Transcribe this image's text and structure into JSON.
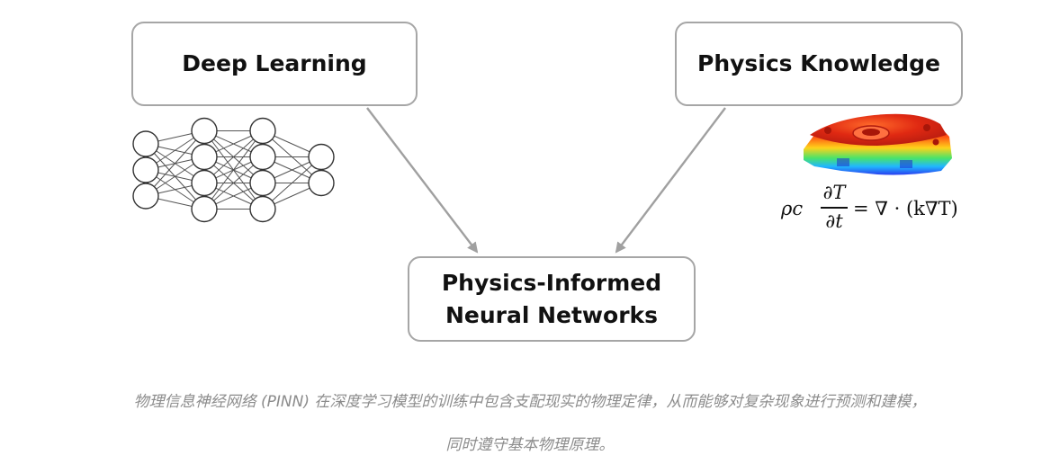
{
  "boxes": {
    "deep_learning": "Deep Learning",
    "physics_knowledge": "Physics Knowledge",
    "pinn_line1": "Physics-Informed",
    "pinn_line2": "Neural Networks"
  },
  "equation": {
    "lhs": "ρc",
    "numerator": "∂T",
    "denominator": "∂t",
    "rhs": "= ∇ · (k∇T)"
  },
  "caption": {
    "line1": "物理信息神经网络 (PINN) 在深度学习模型的训练中包含支配现实的物理定律，从而能够对复杂现象进行预测和建模，",
    "line2": "同时遵守基本物理原理。"
  },
  "neural_network": {
    "layers": [
      3,
      4,
      4,
      2
    ]
  },
  "colors": {
    "box_border": "#a6a6a6",
    "arrow": "#a0a0a0",
    "caption": "#8c8c8c"
  }
}
